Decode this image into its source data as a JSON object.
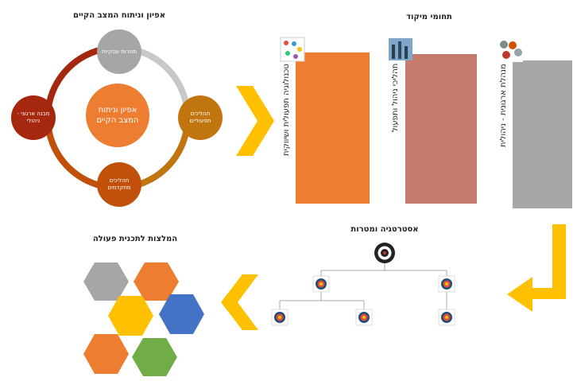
{
  "left_diagram": {
    "title": "אפיון וניתוח המצב הקיים",
    "center": "אפיון וניתוח המצב הקיים",
    "nodes": [
      {
        "label": "מטרות עסקיות",
        "color": "#a6a6a6"
      },
      {
        "label": "תהליכים תפעוליים",
        "color": "#c0750f"
      },
      {
        "label": "תהליכים מתקדמים",
        "color": "#c0500a"
      },
      {
        "label": "מבנה ארגוני - ניהולי",
        "color": "#a5280e"
      }
    ]
  },
  "focus": {
    "title": "תחומי מיקוד",
    "bars": [
      {
        "label": "טכנולוגיה תפעולית ושיווקית",
        "color": "#ed7d31"
      },
      {
        "label": "תהליכי ניהול ותפעול",
        "color": "#c47b6b"
      },
      {
        "label": "מנהלת ארגונית - ניהולית",
        "color": "#a6a6a6"
      }
    ]
  },
  "strategy": {
    "title": "אסטרטגיה ומטרות"
  },
  "recommendations": {
    "title": "המלצות לתכנית פעולה",
    "hex_colors": [
      "#a6a6a6",
      "#ed7d31",
      "#ffc000",
      "#4472c4",
      "#ed7d31",
      "#70ad47"
    ]
  },
  "colors": {
    "arrow": "#ffc000",
    "ring": "#d06a1a"
  }
}
